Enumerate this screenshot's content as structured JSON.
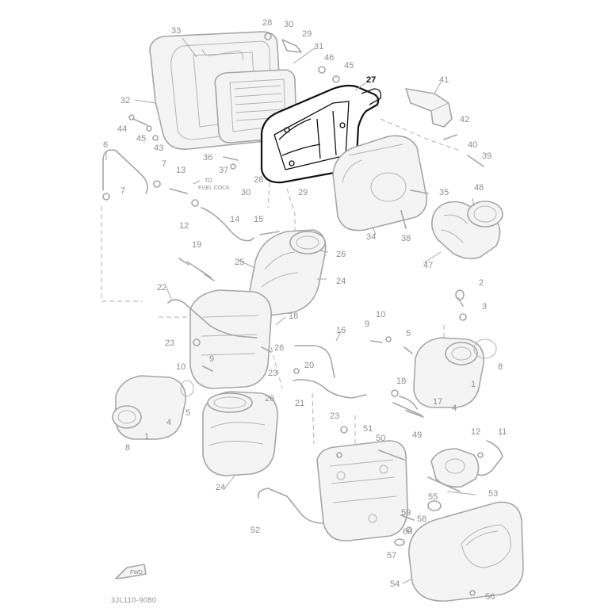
{
  "callouts": [
    {
      "id": "c1",
      "text": "33"
    },
    {
      "id": "c2",
      "text": "28"
    },
    {
      "id": "c3",
      "text": "30"
    },
    {
      "id": "c4",
      "text": "29"
    },
    {
      "id": "c5",
      "text": "31"
    },
    {
      "id": "c6",
      "text": "46"
    },
    {
      "id": "c7",
      "text": "45"
    },
    {
      "id": "c8",
      "text": "27"
    },
    {
      "id": "c9",
      "text": "41"
    },
    {
      "id": "c10",
      "text": "32"
    },
    {
      "id": "c11",
      "text": "44"
    },
    {
      "id": "c12",
      "text": "45"
    },
    {
      "id": "c13",
      "text": "43"
    },
    {
      "id": "c14",
      "text": "42"
    },
    {
      "id": "c15",
      "text": "6"
    },
    {
      "id": "c16",
      "text": "36"
    },
    {
      "id": "c17",
      "text": "37"
    },
    {
      "id": "c18",
      "text": "40"
    },
    {
      "id": "c19",
      "text": "39"
    },
    {
      "id": "c20",
      "text": "7"
    },
    {
      "id": "c21",
      "text": "13"
    },
    {
      "id": "c22",
      "text": "28"
    },
    {
      "id": "c23",
      "text": "30"
    },
    {
      "id": "c24",
      "text": "29"
    },
    {
      "id": "c25",
      "text": "7"
    },
    {
      "id": "c26",
      "text": "35"
    },
    {
      "id": "c27",
      "text": "48"
    },
    {
      "id": "c28",
      "text": "12"
    },
    {
      "id": "c29",
      "text": "14"
    },
    {
      "id": "c30",
      "text": "15"
    },
    {
      "id": "c31",
      "text": "34"
    },
    {
      "id": "c32",
      "text": "38"
    },
    {
      "id": "c33",
      "text": "19"
    },
    {
      "id": "c34",
      "text": "26"
    },
    {
      "id": "c35",
      "text": "47"
    },
    {
      "id": "c36",
      "text": "25"
    },
    {
      "id": "c37",
      "text": "24"
    },
    {
      "id": "c38",
      "text": "2"
    },
    {
      "id": "c39",
      "text": "22"
    },
    {
      "id": "c40",
      "text": "3"
    },
    {
      "id": "c41",
      "text": "18"
    },
    {
      "id": "c42",
      "text": "10"
    },
    {
      "id": "c43",
      "text": "9"
    },
    {
      "id": "c44",
      "text": "16"
    },
    {
      "id": "c45",
      "text": "5"
    },
    {
      "id": "c46",
      "text": "23"
    },
    {
      "id": "c47",
      "text": "26"
    },
    {
      "id": "c48",
      "text": "8"
    },
    {
      "id": "c49",
      "text": "10"
    },
    {
      "id": "c50",
      "text": "9"
    },
    {
      "id": "c51",
      "text": "23"
    },
    {
      "id": "c52",
      "text": "20"
    },
    {
      "id": "c53",
      "text": "1"
    },
    {
      "id": "c54",
      "text": "18"
    },
    {
      "id": "c55",
      "text": "5"
    },
    {
      "id": "c56",
      "text": "4"
    },
    {
      "id": "c57",
      "text": "26"
    },
    {
      "id": "c58",
      "text": "21"
    },
    {
      "id": "c59",
      "text": "4"
    },
    {
      "id": "c60",
      "text": "17"
    },
    {
      "id": "c61",
      "text": "1"
    },
    {
      "id": "c62",
      "text": "23"
    },
    {
      "id": "c63",
      "text": "51"
    },
    {
      "id": "c64",
      "text": "8"
    },
    {
      "id": "c65",
      "text": "50"
    },
    {
      "id": "c66",
      "text": "49"
    },
    {
      "id": "c67",
      "text": "12"
    },
    {
      "id": "c68",
      "text": "11"
    },
    {
      "id": "c69",
      "text": "24"
    },
    {
      "id": "c70",
      "text": "53"
    },
    {
      "id": "c71",
      "text": "55"
    },
    {
      "id": "c72",
      "text": "59"
    },
    {
      "id": "c73",
      "text": "52"
    },
    {
      "id": "c74",
      "text": "58"
    },
    {
      "id": "c75",
      "text": "60"
    },
    {
      "id": "c76",
      "text": "57"
    },
    {
      "id": "c77",
      "text": "54"
    },
    {
      "id": "c78",
      "text": "56"
    }
  ],
  "highlighted_callout": "27",
  "fuel_cock_note": {
    "line1": "TO",
    "line2": "FUEL COCK"
  },
  "front_arrow_label": "FWD",
  "diagram_code": "3JL110-9080",
  "colors": {
    "linework": "#a6a6a6",
    "labels": "#8e8e8e",
    "highlight": "#111111",
    "background": "#ffffff"
  }
}
